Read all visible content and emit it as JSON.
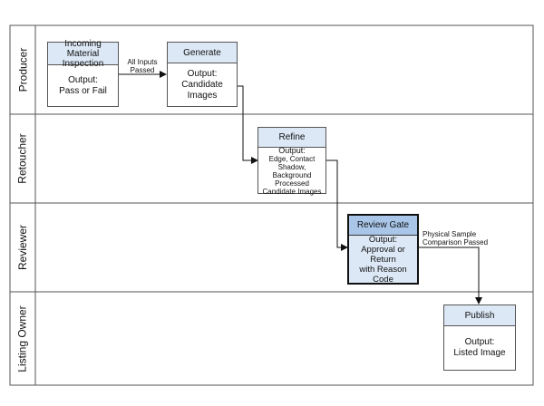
{
  "lanes": [
    "Producer",
    "Retoucher",
    "Reviewer",
    "Listing Owner"
  ],
  "boxes": {
    "inspection": {
      "title_lines": [
        "Incoming Material",
        "Inspection"
      ],
      "body_lines": [
        "Output:",
        "Pass or Fail"
      ]
    },
    "generate": {
      "title": "Generate",
      "body_lines": [
        "Output:",
        "Candidate Images"
      ]
    },
    "refine": {
      "title": "Refine",
      "body_lines": [
        "Output:",
        "Edge, Contact",
        "Shadow, Background",
        "Processed",
        "Candidate Images"
      ]
    },
    "review": {
      "title": "Review Gate",
      "body_lines": [
        "Output:",
        "Approval or Return",
        "with Reason Code"
      ]
    },
    "publish": {
      "title": "Publish",
      "body_lines": [
        "Output:",
        "Listed Image"
      ]
    }
  },
  "edges": {
    "inspection_generate": [
      "All Inputs",
      "Passed"
    ],
    "review_publish": [
      "Physical Sample",
      "Comparison Passed"
    ]
  },
  "colors": {
    "header_fill": "#dce8f5",
    "review_header_fill": "#a9c6e8",
    "border": "#555555"
  }
}
